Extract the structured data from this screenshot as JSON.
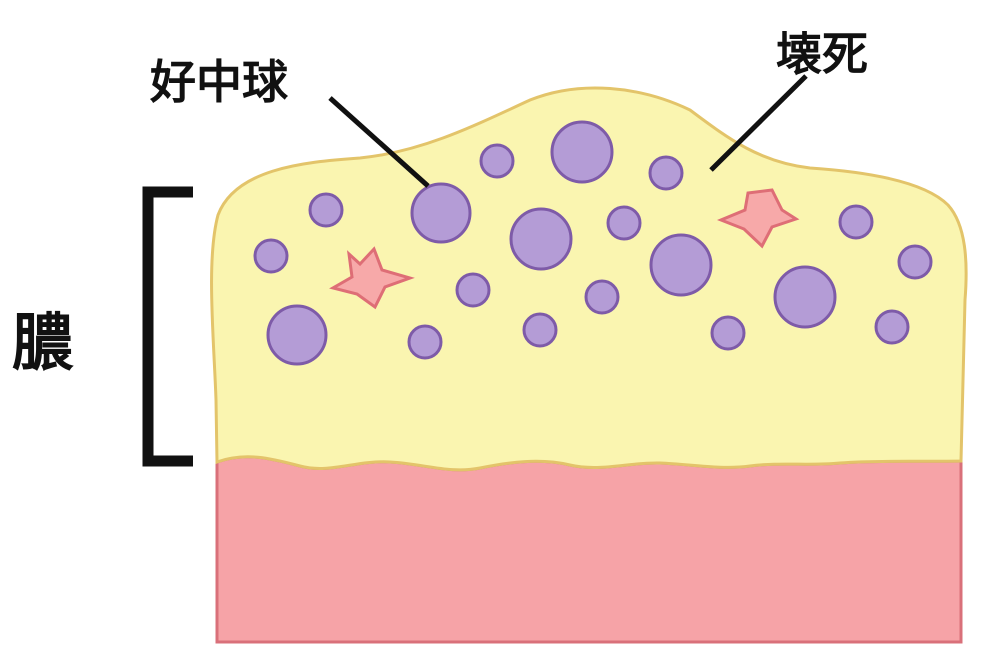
{
  "labels": {
    "neutrophil": "好中球",
    "necrosis": "壊死",
    "pus": "膿"
  },
  "colors": {
    "pus_fill": "#faf5b0",
    "pus_stroke": "#e3c46a",
    "tissue_fill": "#f6a3a7",
    "tissue_stroke": "#d9707a",
    "cell_fill": "#b49cd6",
    "cell_stroke": "#7e5ba8",
    "necrotic_fill": "#f7a9a9",
    "necrotic_stroke": "#de6e76",
    "ink": "#111111"
  }
}
